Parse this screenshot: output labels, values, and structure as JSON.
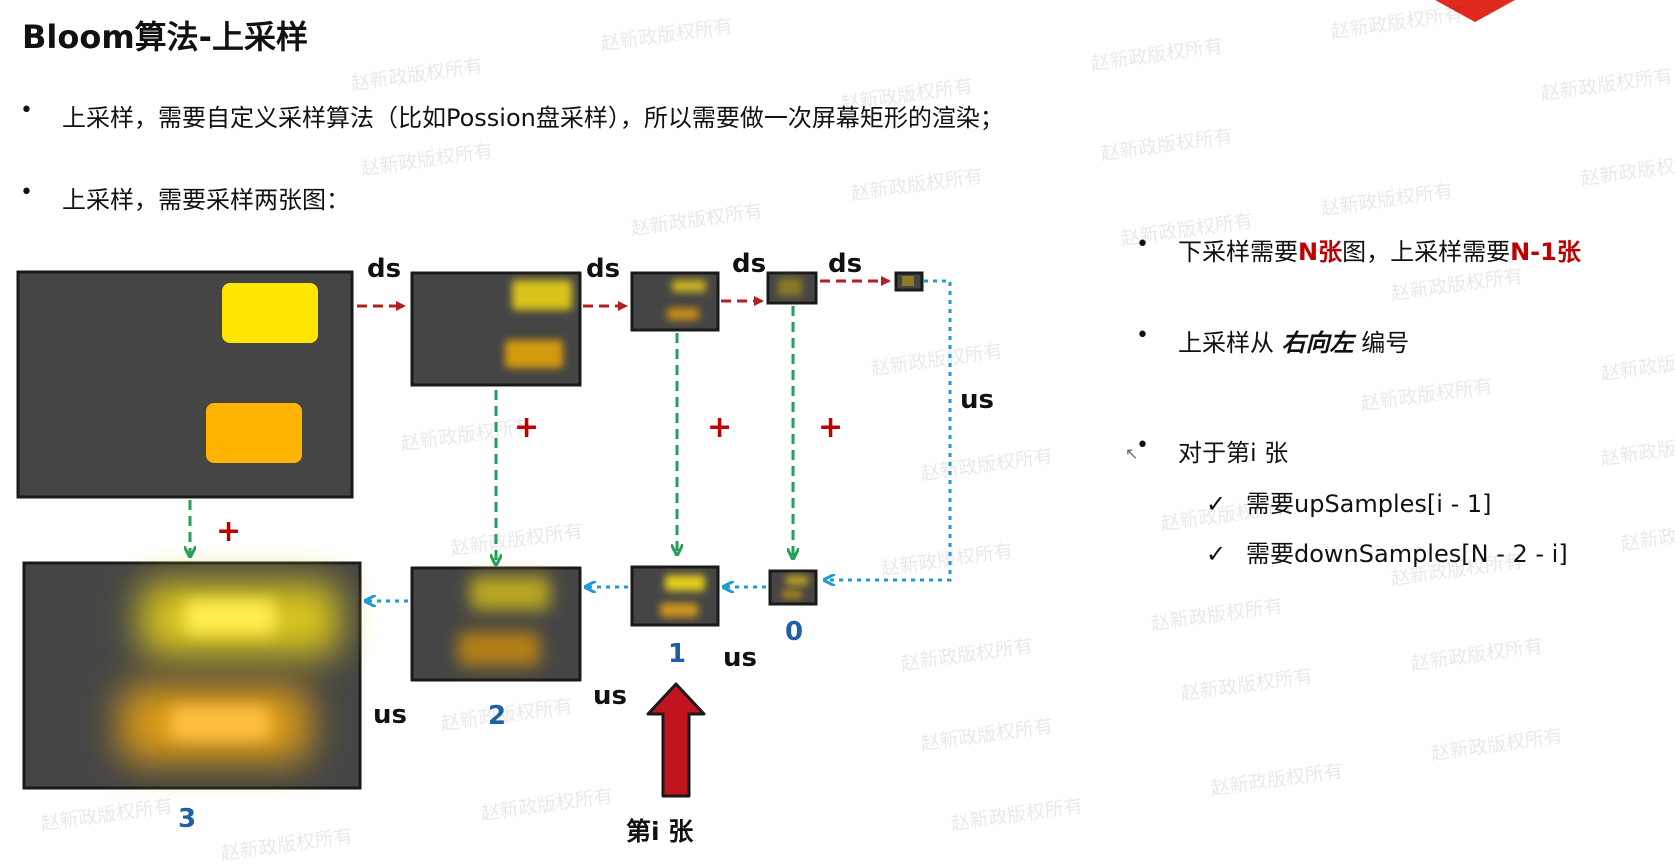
{
  "title": "Bloom算法-上采样",
  "left_bullets": [
    "上采样，需要自定义采样算法（比如Possion盘采样），所以需要做一次屏幕矩形的渲染；",
    "上采样，需要采样两张图："
  ],
  "right_panel": {
    "b1_prefix": "下采样需要",
    "b1_n": "N张",
    "b1_mid": "图，上采样需要",
    "b1_n1": "N-1张",
    "b2_prefix": "上采样从",
    "b2_em": "右向左",
    "b2_suffix": "编号",
    "b3": "对于第i 张",
    "check1": "需要upSamples[i - 1]",
    "check2": "需要downSamples[N - 2 - i]"
  },
  "diagram": {
    "ds_label": "ds",
    "us_label": "us",
    "plus": "+",
    "up_numbers": [
      "3",
      "2",
      "1",
      "0"
    ],
    "pointer_caption": "第i 张"
  },
  "watermark": "赵新政版权所有",
  "colors": {
    "ds_arrow": "#b41e1e",
    "vertical_arrow": "#22a05a",
    "us_arrow": "#1e9ad6",
    "highlight": "#c00000",
    "number": "#1f5fa8",
    "pointer_arrow": "#c0141e",
    "image_bg": "#454545"
  }
}
